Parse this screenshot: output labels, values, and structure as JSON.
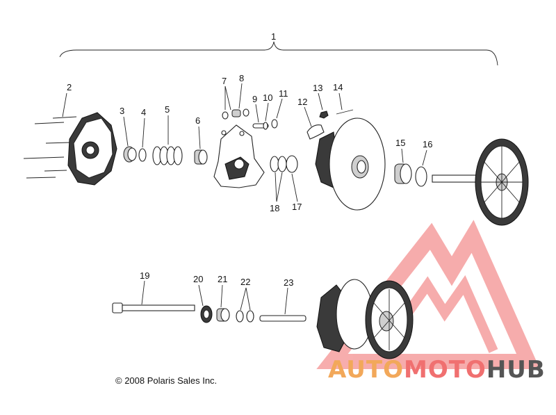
{
  "labels": {
    "p1": "1",
    "p2": "2",
    "p3": "3",
    "p4": "4",
    "p5": "5",
    "p6": "6",
    "p7": "7",
    "p8": "8",
    "p9": "9",
    "p10": "10",
    "p11": "11",
    "p12": "12",
    "p13": "13",
    "p14": "14",
    "p15": "15",
    "p16": "16",
    "p17": "17",
    "p18": "18",
    "p19": "19",
    "p20": "20",
    "p21": "21",
    "p22": "22",
    "p23": "23"
  },
  "copyright": "© 2008 Polaris Sales Inc.",
  "watermark": {
    "part1": "AUTO",
    "part2": "MOTO",
    "part3": "HUB",
    "color_primary": "#f2a85a",
    "color_secondary": "#f07070",
    "color_tertiary": "#555555"
  }
}
